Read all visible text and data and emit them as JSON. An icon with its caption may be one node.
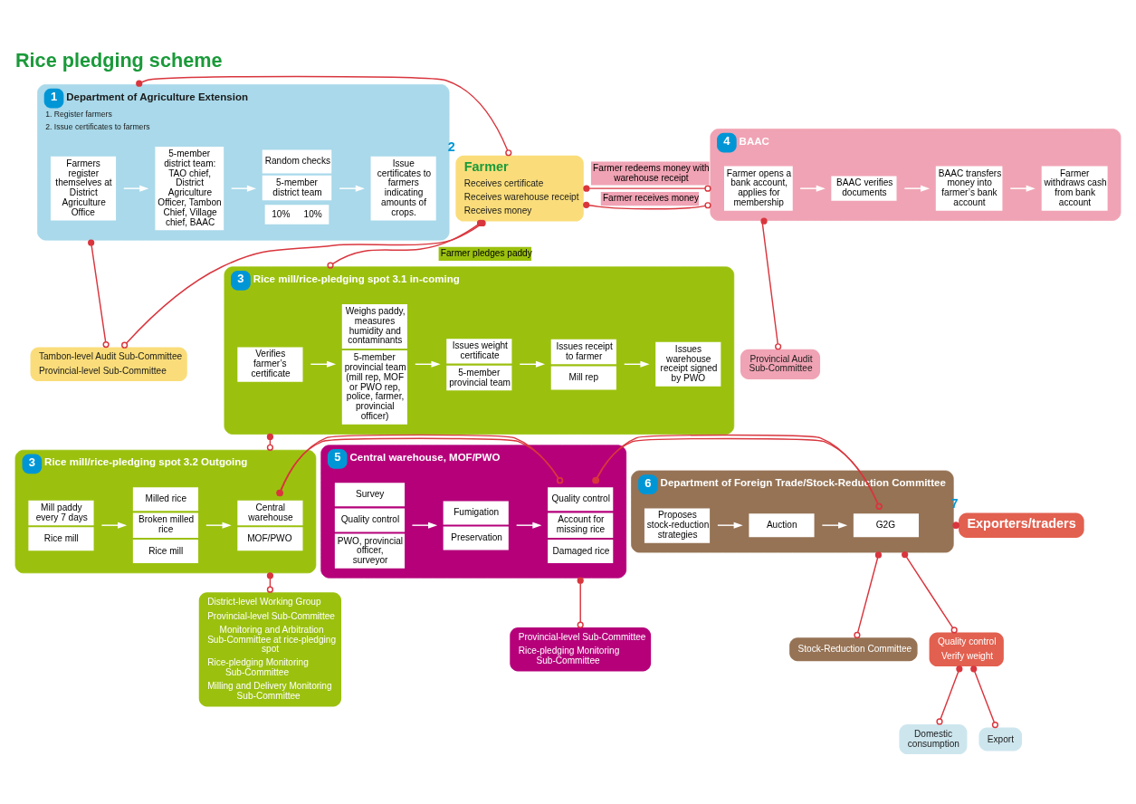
{
  "diagram": {
    "title": "Rice pledging scheme",
    "nodes": [
      {
        "text": [
          "Department of Agriculture Extension",
          "1. Register farmers",
          "2. Issue certificates to farmers"
        ],
        "beside": [
          "1"
        ]
      },
      {
        "text": [
          "Farmers register themselves at District Agriculture Office"
        ],
        "in": 0
      },
      {
        "text": [
          "5-member district team: TAO chief, District Agriculture Officer, Tambon Chief, Village chief, BAAC"
        ],
        "in": 0
      },
      {
        "text": [
          "Random checks",
          "5-member district team",
          "10%",
          "10%"
        ],
        "in": 0
      },
      {
        "text": [
          "Issue certificates to farmers indicating amounts of crops."
        ],
        "in": 0
      },
      {
        "text": [
          "Farmer",
          "Receives certificate",
          "Receives warehouse receipt",
          "Receives money"
        ],
        "beside": [
          "2"
        ]
      },
      {
        "text": [
          "Tambon-level Audit Sub-Committee",
          "Provincial-level Sub-Committee"
        ]
      },
      {
        "text": [
          "BAAC"
        ],
        "beside": [
          "4"
        ]
      },
      {
        "text": [
          "Farmer opens a bank account, applies for membership"
        ],
        "in": 7
      },
      {
        "text": [
          "BAAC verifies documents"
        ],
        "in": 7
      },
      {
        "text": [
          "BAAC transfers money into farmer’s bank account"
        ],
        "in": 7
      },
      {
        "text": [
          "Farmer withdraws cash from bank account"
        ],
        "in": 7
      },
      {
        "text": [
          "Provincial Audit Sub-Committee"
        ]
      },
      {
        "text": [
          "Rice mill/rice-pledging spot 3.1 in-coming"
        ],
        "beside": [
          "3"
        ]
      },
      {
        "text": [
          "Verifies farmer’s certificate"
        ],
        "in": 13
      },
      {
        "text": [
          "Weighs paddy, measures humidity and contaminants",
          "5-member provincial team (mill rep, MOF or PWO rep, police, farmer, provincial officer)"
        ],
        "in": 13
      },
      {
        "text": [
          "Issues weight certificate",
          "5-member provincial team"
        ],
        "in": 13
      },
      {
        "text": [
          "Issues receipt to farmer",
          "Mill rep"
        ],
        "in": 13
      },
      {
        "text": [
          "Issues warehouse receipt signed by PWO"
        ],
        "in": 13
      },
      {
        "text": [
          "Rice mill/rice-pledging spot 3.2 Outgoing"
        ],
        "beside": [
          "3"
        ]
      },
      {
        "text": [
          "Central warehouse",
          "MOF/PWO"
        ],
        "in": 19
      },
      {
        "text": [
          "Milled rice",
          "Broken milled rice",
          "Rice mill"
        ],
        "in": 19
      },
      {
        "text": [
          "Mill paddy every 7 days",
          "Rice mill"
        ],
        "in": 19
      },
      {
        "text": [
          "District-level Working Group",
          "Provincial-level Sub-Committee",
          "Monitoring and Arbitration Sub-Committee at rice-pledging spot",
          "Rice-pledging Monitoring Sub-Committee",
          "Milling and Delivery Monitoring Sub-Committee"
        ]
      },
      {
        "text": [
          "Central warehouse, MOF/PWO"
        ],
        "beside": [
          "5"
        ]
      },
      {
        "text": [
          "Quality control",
          "Account for missing rice",
          "Damaged rice"
        ],
        "in": 24
      },
      {
        "text": [
          "Fumigation",
          "Preservation"
        ],
        "in": 24
      },
      {
        "text": [
          "Survey",
          "Quality control",
          "PWO, provincial officer, surveyor"
        ],
        "in": 24
      },
      {
        "text": [
          "Provincial-level Sub-Committee",
          "Rice-pledging Monitoring Sub-Committee"
        ]
      },
      {
        "text": [
          "Department of Foreign Trade/Stock-Reduction Committee"
        ],
        "beside": [
          "6"
        ]
      },
      {
        "text": [
          "G2G"
        ],
        "in": 29
      },
      {
        "text": [
          "Auction"
        ],
        "in": 29
      },
      {
        "text": [
          "Proposes stock-reduction strategies"
        ],
        "in": 29
      },
      {
        "text": [
          "Stock-Reduction Committee"
        ]
      },
      {
        "text": [
          "Exporters/traders"
        ],
        "beside": [
          "7"
        ]
      },
      {
        "text": [
          "Quality control",
          "Verify weight"
        ]
      },
      {
        "text": [
          "Domestic consumption"
        ]
      },
      {
        "text": [
          "Export"
        ]
      }
    ],
    "edges": [
      {
        "from": 0,
        "to": 5,
        "arrow": "other"
      },
      {
        "from": 0,
        "to": 6,
        "arrow": "other"
      },
      {
        "from": 5,
        "to": 6,
        "arrow": "other"
      },
      {
        "from": 5,
        "to": 7,
        "arrow": "other",
        "label": "Farmer receives money"
      },
      {
        "from": 5,
        "to": 7,
        "arrow": "other",
        "label": "Farmer redeems money with warehouse receipt"
      },
      {
        "from": 5,
        "to": 13,
        "arrow": "other",
        "label": "Farmer pledges paddy"
      },
      {
        "from": 7,
        "to": 12,
        "arrow": "other"
      },
      {
        "from": 13,
        "to": 19,
        "arrow": "other"
      },
      {
        "from": 19,
        "to": 23,
        "arrow": "other"
      },
      {
        "from": 19,
        "to": 24,
        "arrow": "other"
      },
      {
        "from": 24,
        "to": 28,
        "arrow": "other"
      },
      {
        "from": 24,
        "to": 29,
        "arrow": "other"
      },
      {
        "from": 29,
        "to": 33,
        "arrow": "other"
      },
      {
        "from": 29,
        "to": 34,
        "arrow": "other"
      },
      {
        "from": 29,
        "to": 35,
        "arrow": "other"
      },
      {
        "from": 35,
        "to": 36,
        "arrow": "other"
      },
      {
        "from": 35,
        "to": 37,
        "arrow": "other"
      },
      {
        "from": 1,
        "to": 2,
        "arrow": "to",
        "color": "#ffffff"
      },
      {
        "from": 2,
        "to": 3,
        "arrow": "to",
        "color": "#ffffff"
      },
      {
        "from": 3,
        "to": 4,
        "arrow": "to",
        "color": "#ffffff"
      },
      {
        "from": 8,
        "to": 9,
        "arrow": "to",
        "color": "#ffffff"
      },
      {
        "from": 9,
        "to": 10,
        "arrow": "to",
        "color": "#ffffff"
      },
      {
        "from": 10,
        "to": 11,
        "arrow": "to",
        "color": "#ffffff"
      },
      {
        "from": 14,
        "to": 15,
        "arrow": "to",
        "color": "#ffffff"
      },
      {
        "from": 15,
        "to": 16,
        "arrow": "to",
        "color": "#ffffff"
      },
      {
        "from": 16,
        "to": 17,
        "arrow": "to",
        "color": "#ffffff"
      },
      {
        "from": 17,
        "to": 18,
        "arrow": "to",
        "color": "#ffffff"
      },
      {
        "from": 22,
        "to": 21,
        "arrow": "to",
        "color": "#ffffff"
      },
      {
        "from": 21,
        "to": 20,
        "arrow": "to",
        "color": "#ffffff"
      },
      {
        "from": 27,
        "to": 26,
        "arrow": "to",
        "color": "#ffffff"
      },
      {
        "from": 26,
        "to": 25,
        "arrow": "to",
        "color": "#ffffff"
      },
      {
        "from": 32,
        "to": 31,
        "arrow": "to",
        "color": "#ffffff"
      },
      {
        "from": 31,
        "to": 30,
        "arrow": "to",
        "color": "#ffffff"
      }
    ]
  }
}
